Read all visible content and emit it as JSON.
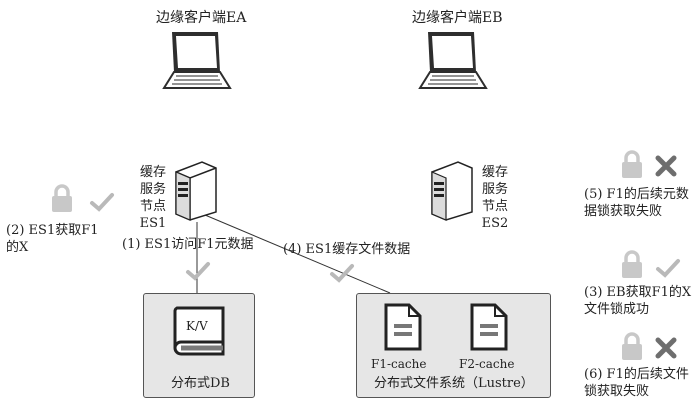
{
  "clients": {
    "ea_label": "边缘客户端EA",
    "eb_label": "边缘客户端EB"
  },
  "servers": {
    "es1_label": [
      "缓存",
      "服务",
      "节点",
      "ES1"
    ],
    "es2_label": [
      "缓存",
      "服务",
      "节点",
      "ES2"
    ]
  },
  "left_lock": {
    "text": [
      "(2) ES1获取F1",
      "的X"
    ],
    "status": "success"
  },
  "edges": {
    "es1_to_db": "(1) ES1访问F1元数据",
    "es1_to_fs": "(4) ES1缓存文件数据"
  },
  "db": {
    "book_label": "K/V",
    "caption": "分布式DB"
  },
  "fs": {
    "files": [
      "F1-cache",
      "F2-cache"
    ],
    "caption": "分布式文件系统（Lustre）"
  },
  "events": [
    {
      "text": [
        "(5) F1的后续元数",
        "据锁获取失败"
      ],
      "status": "fail"
    },
    {
      "text": [
        "(3) EB获取F1的X",
        "文件锁成功"
      ],
      "status": "success"
    },
    {
      "text": [
        "(6) F1的后续文件",
        "锁获取失败"
      ],
      "status": "fail"
    }
  ],
  "colors": {
    "lock": "#c8c8c8",
    "check": "#b9b9b9",
    "cross": "#6e6e6e",
    "panel": "#e6e6e6"
  }
}
